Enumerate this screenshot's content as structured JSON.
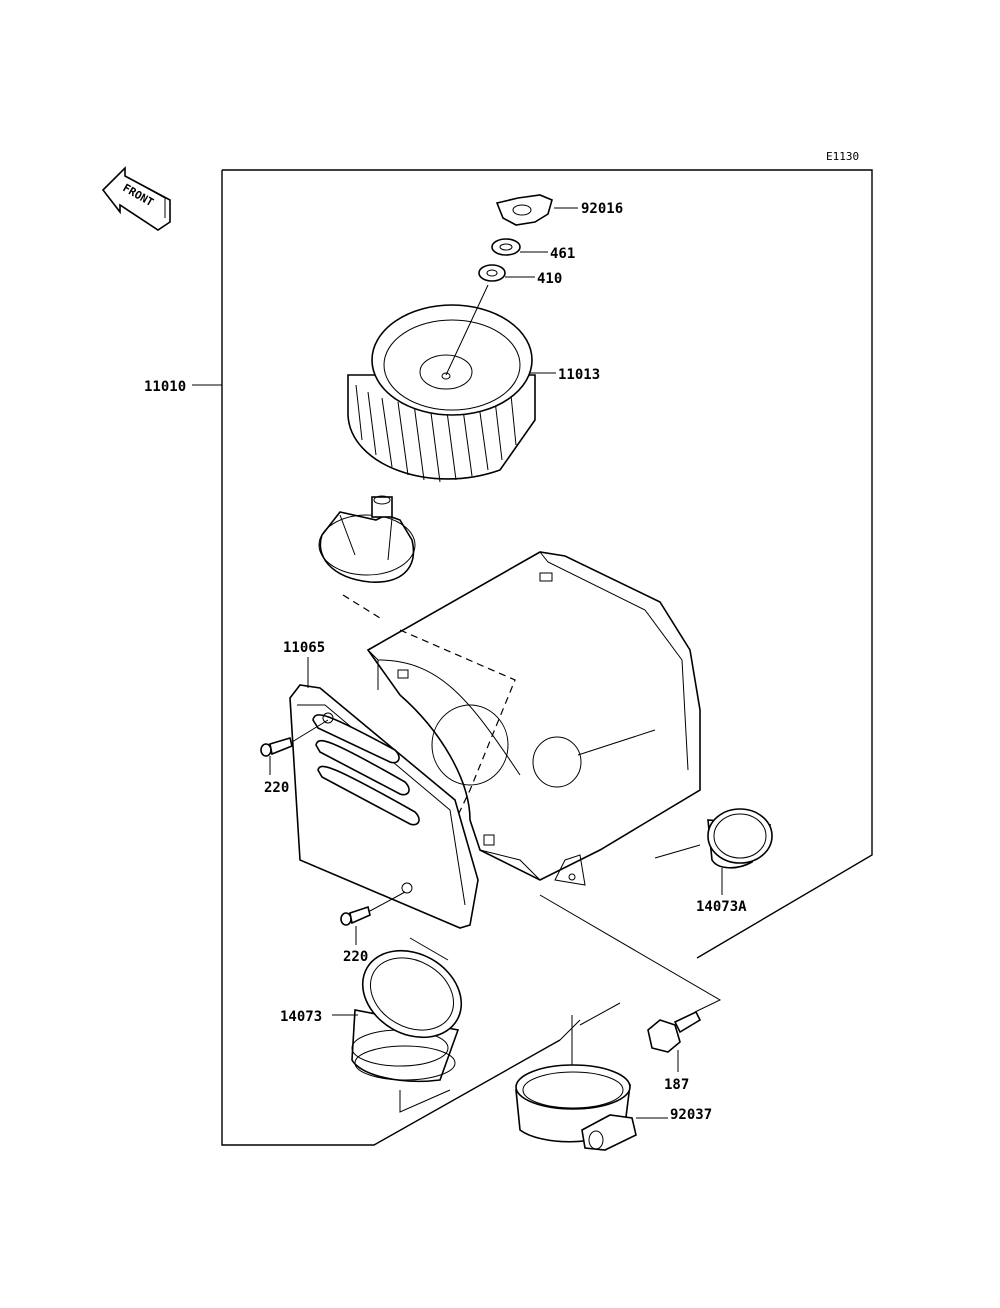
{
  "diagram_code": "E1130",
  "front_label": "FRONT",
  "callouts": {
    "p92016": "92016",
    "p461": "461",
    "p410": "410",
    "p11013": "11013",
    "p11010": "11010",
    "p11065": "11065",
    "p220a": "220",
    "p220b": "220",
    "p14073A": "14073A",
    "p14073": "14073",
    "p187": "187",
    "p92037": "92037"
  }
}
